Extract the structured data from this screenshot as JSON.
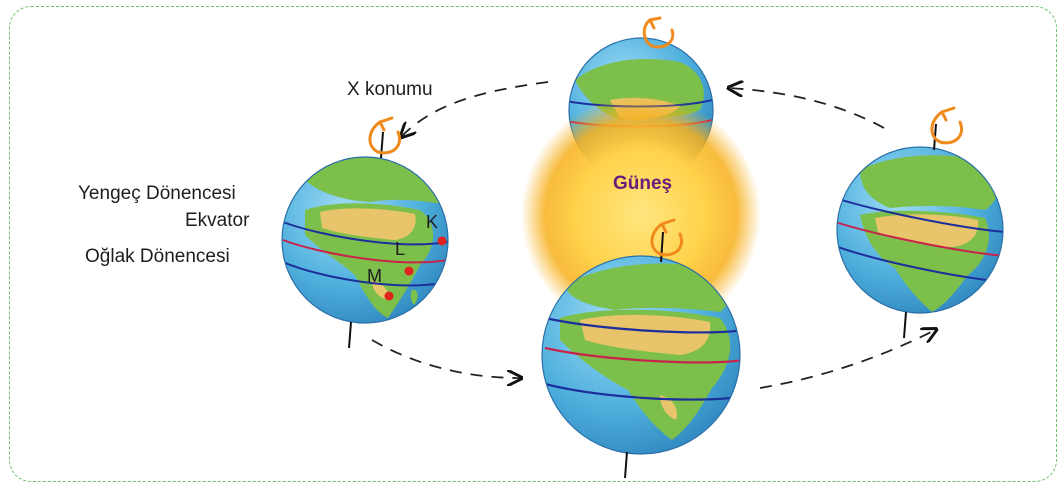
{
  "labels": {
    "x_position": "X konumu",
    "sun": "Güneş",
    "tropic_cancer": "Yengeç Dönencesi",
    "equator": "Ekvator",
    "tropic_capricorn": "Oğlak Dönencesi"
  },
  "points": {
    "k": "K",
    "l": "L",
    "m": "M"
  },
  "colors": {
    "frame": "#6cc06a",
    "ocean": "#4fb0dd",
    "land": "#7cbf4a",
    "desert": "#e8c46a",
    "tropic_line": "#1d2f9c",
    "equator_line": "#c8234a",
    "rotation_arrow": "#f08a1c",
    "point_marker": "#e0231f",
    "sun_core": "#ffe27a",
    "sun_glow": "#f7b01c"
  }
}
